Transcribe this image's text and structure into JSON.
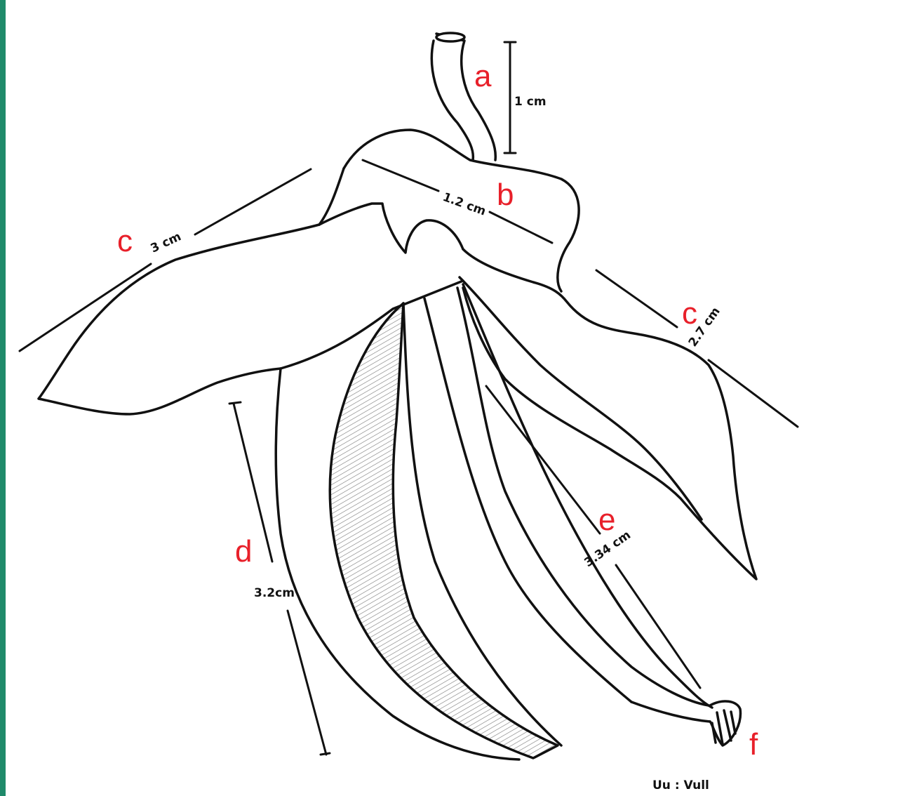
{
  "colors": {
    "label": "#e8202a",
    "ink": "#111111",
    "edge": "#1f8a6a",
    "shade": "#bdbdbd"
  },
  "labels": {
    "a": "a",
    "b": "b",
    "c_left": "c",
    "c_right": "c",
    "d": "d",
    "e": "e",
    "f": "f"
  },
  "measurements": {
    "a": "1 cm",
    "b": "1.2 cm",
    "c_left": "3 cm",
    "c_right": "2.7 cm",
    "d": "3.2cm",
    "e": "3.34 cm"
  },
  "scale_note": "Uu : Vull"
}
